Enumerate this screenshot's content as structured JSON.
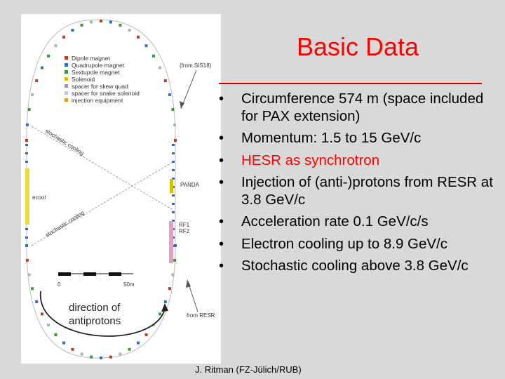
{
  "title": "Basic Data",
  "bullets": [
    {
      "text": "Circumference 574 m  (space included for PAX extension)",
      "color": "#000000"
    },
    {
      "text": "Momentum: 1.5 to 15 GeV/c",
      "color": "#000000"
    },
    {
      "text": "HESR as synchrotron",
      "color": "#ff0000"
    },
    {
      "text": "Injection of (anti-)protons from RESR at 3.8 GeV/c",
      "color": "#000000"
    },
    {
      "text": "Acceleration rate 0.1 GeV/c/s",
      "color": "#000000"
    },
    {
      "text": "Electron cooling up to 8.9 GeV/c",
      "color": "#000000"
    },
    {
      "text": "Stochastic cooling above 3.8 GeV/c",
      "color": "#000000"
    }
  ],
  "footer": "J. Ritman  (FZ-Jülich/RUB)",
  "diagram": {
    "legend": [
      {
        "label": "Dipole magnet",
        "color": "#c0392b"
      },
      {
        "label": "Quadrupole magnet",
        "color": "#2b6fc0"
      },
      {
        "label": "Sextupole magnet",
        "color": "#3a9a3a"
      },
      {
        "label": "Solenoid",
        "color": "#d6c200"
      },
      {
        "label": "spacer for skew quad",
        "color": "#9a9a9a"
      },
      {
        "label": "spacer for snake solenoid",
        "color": "#c8c8c8"
      },
      {
        "label": "injection equipment",
        "color": "#e0a020"
      }
    ],
    "from_sis": "(from SIS18)",
    "from_resr": "from RESR",
    "panda": "PANDA",
    "ecool": "ecool",
    "stochastic_top": "stochastic cooling",
    "stochastic_bottom": "stochastic cooling",
    "rf1": "RF1",
    "rf2": "RF2",
    "scale_start": "0",
    "scale_end": "50m",
    "direction_line1": "direction of",
    "direction_line2": "antiprotons"
  }
}
